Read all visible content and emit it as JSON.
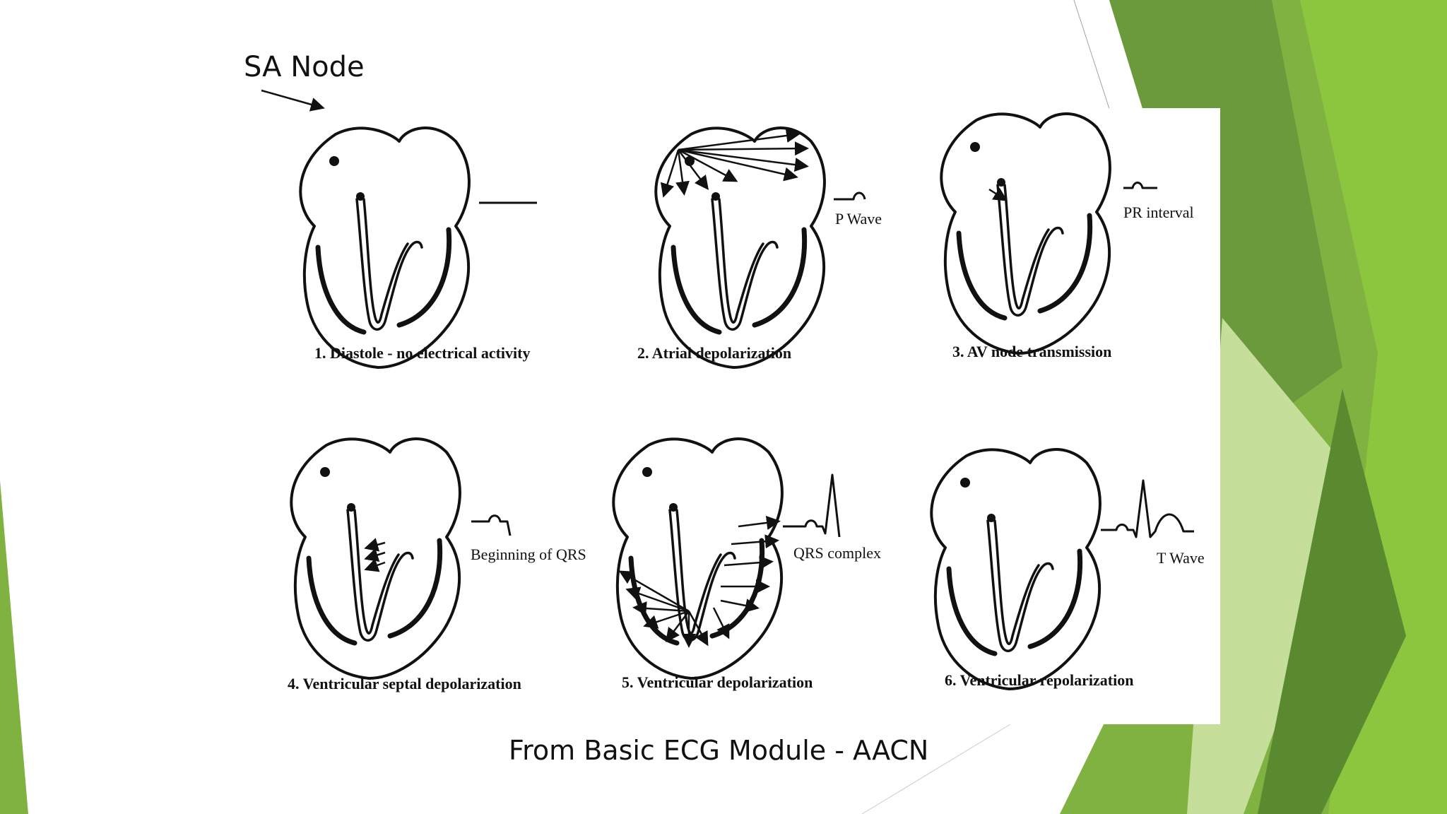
{
  "sa_label": "SA Node",
  "panels": [
    {
      "caption": "1. Diastole - no electrical activity",
      "wave_label": ""
    },
    {
      "caption": "2. Atrial depolarization",
      "wave_label": "P Wave"
    },
    {
      "caption": "3. AV node transmission",
      "wave_label": "PR interval"
    },
    {
      "caption": "4. Ventricular septal depolarization",
      "wave_label": "Beginning of QRS"
    },
    {
      "caption": "5. Ventricular depolarization",
      "wave_label": "QRS complex"
    },
    {
      "caption": "6. Ventricular repolarization",
      "wave_label": "T Wave"
    }
  ],
  "source": "From Basic ECG Module  - AACN",
  "colors": {
    "green_dark": "#6b9a3c",
    "green_mid": "#7fb241",
    "green_light": "#8cc63f",
    "green_pale": "#c5df9a"
  }
}
